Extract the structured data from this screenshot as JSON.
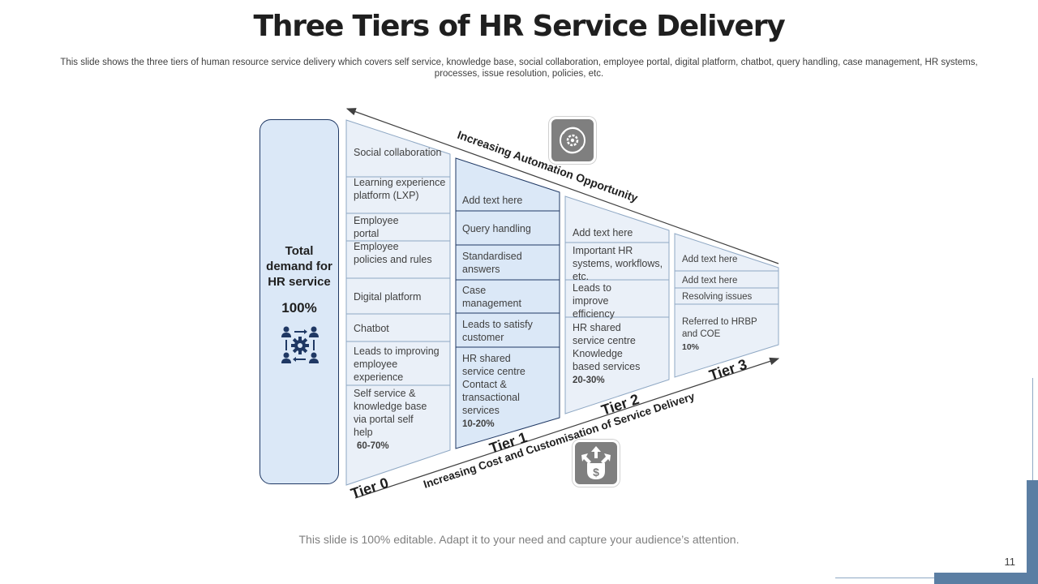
{
  "title": "Three Tiers of HR Service Delivery",
  "subtitle": "This slide shows the three tiers of human resource service delivery which covers self service, knowledge base, social collaboration, employee portal, digital platform, chatbot, query handling, case management, HR systems, processes, issue resolution, policies, etc.",
  "total": {
    "label": "Total demand for HR service",
    "percent": "100%",
    "icon": "people-gear-icon"
  },
  "arrows": {
    "top_label": "Increasing Automation Opportunity",
    "bottom_label": "Increasing Cost and Customisation of Service Delivery",
    "top_icon": "automation-gear-icon",
    "bottom_icon": "cost-dollar-icon"
  },
  "tiers": [
    {
      "name": "Tier 0",
      "items": [
        "Social collaboration",
        "Learning experience platform (LXP)",
        "Employee portal",
        "Employee policies and rules",
        "Digital platform",
        "Chatbot",
        "Leads to improving employee experience",
        "Self service & knowledge base via portal self help"
      ],
      "percent": "60-70%"
    },
    {
      "name": "Tier 1",
      "items": [
        "Add text here",
        "Query handling",
        "Standardised answers",
        "Case management",
        "Leads to satisfy customer",
        "HR shared service centre Contact & transactional services"
      ],
      "percent": "10-20%"
    },
    {
      "name": "Tier 2",
      "items": [
        "Add text here",
        "Important HR systems, workflows, etc.",
        "Leads to improve efficiency",
        "HR shared service centre Knowledge based services"
      ],
      "percent": "20-30%"
    },
    {
      "name": "Tier 3",
      "items": [
        "Add text here",
        "Add text here",
        "Resolving issues",
        "Referred to HRBP and COE"
      ],
      "percent": "10%"
    }
  ],
  "footer": "This slide is 100% editable. Adapt it to your need and capture your audience’s attention.",
  "page_number": "11",
  "colors": {
    "accent": "#1f3864",
    "panel": "#dbe8f7",
    "panel_light": "#eaf0f8",
    "deco": "#5b7ea3"
  }
}
